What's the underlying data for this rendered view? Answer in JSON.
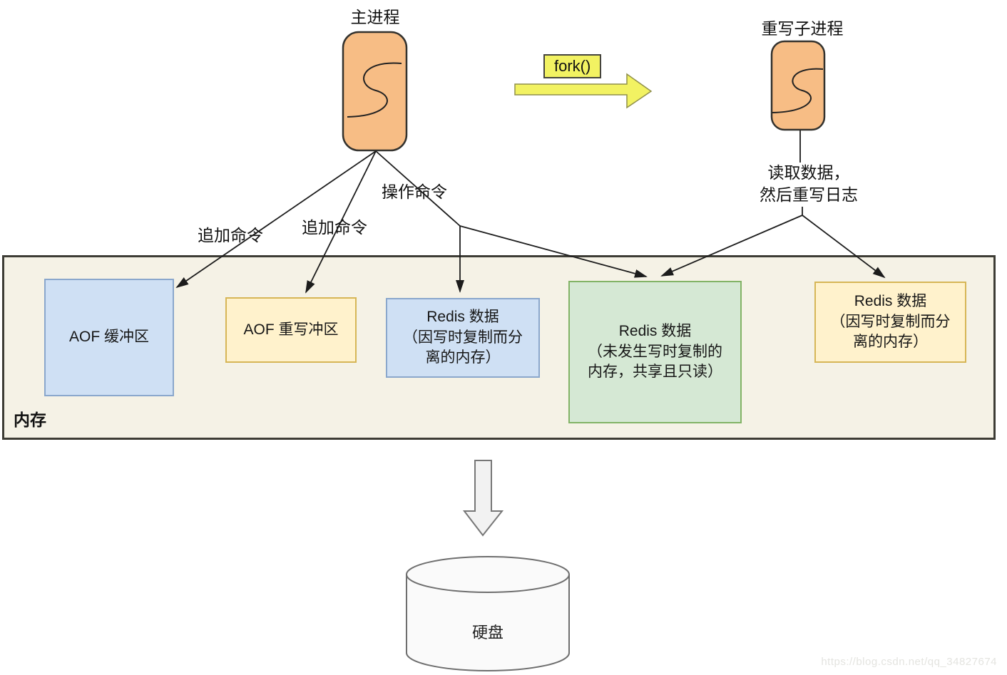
{
  "diagram_title": "Redis AOF 重写（fork 写时复制）示意图",
  "nodes": {
    "main_process": {
      "label": "主进程",
      "icon": "redis-s-card-icon",
      "fill": "#f7bd85"
    },
    "rewrite_child_process": {
      "label": "重写子进程",
      "icon": "redis-s-card-icon",
      "fill": "#f7bd85"
    },
    "fork": {
      "label": "fork()",
      "fill": "#f2f262"
    },
    "memory": {
      "label": "内存",
      "background": "#f5f2e6",
      "boxes": [
        {
          "id": "aof-buffer",
          "label": "AOF 缓冲区",
          "fill": "#cfe0f4",
          "border": "#8aa7cc"
        },
        {
          "id": "aof-rewrite-buffer",
          "label": "AOF 重写冲区",
          "fill": "#fff2cc",
          "border": "#d6b656"
        },
        {
          "id": "redis-data-cow-separated-main",
          "label": "Redis 数据\n（因写时复制而分\n离的内存）",
          "fill": "#cfe0f4",
          "border": "#8aa7cc"
        },
        {
          "id": "redis-data-shared-readonly",
          "label": "Redis 数据\n（未发生写时复制的\n内存，共享且只读）",
          "fill": "#d5e8d4",
          "border": "#82b366"
        },
        {
          "id": "redis-data-cow-separated-child",
          "label": "Redis 数据\n（因写时复制而分\n离的内存）",
          "fill": "#fff2cc",
          "border": "#d6b656"
        }
      ]
    },
    "disk": {
      "label": "硬盘",
      "shape": "cylinder"
    }
  },
  "edges": {
    "append_command_1": "追加命令",
    "append_command_2": "追加命令",
    "operate_command": "操作命令",
    "read_then_rewrite": "读取数据，\n然后重写日志"
  },
  "watermark": "https://blog.csdn.net/qq_34827674",
  "colors": {
    "process_fill": "#f7bd85",
    "fork_yellow": "#f2f262",
    "memory_bg": "#f5f2e6",
    "blue_fill": "#cfe0f4",
    "blue_border": "#8aa7cc",
    "yellow_fill": "#fff2cc",
    "yellow_border": "#d6b656",
    "green_fill": "#d5e8d4",
    "green_border": "#82b366",
    "line": "#1c1c1c"
  }
}
